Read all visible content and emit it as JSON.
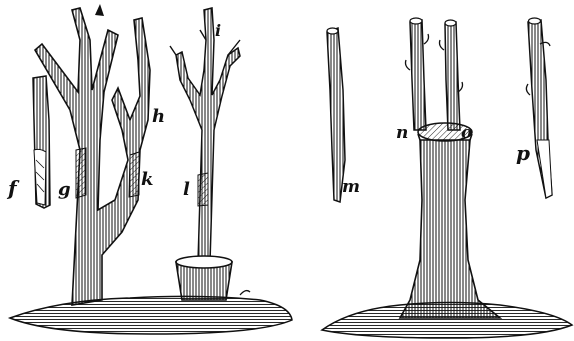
{
  "labels": {
    "f": "f",
    "g": "g",
    "h": "h",
    "i": "i",
    "k": "k",
    "l": "l",
    "m": "m",
    "n": "n",
    "o": "o",
    "p": "p"
  },
  "colors": {
    "ink": "#111111",
    "paper": "#ffffff"
  }
}
